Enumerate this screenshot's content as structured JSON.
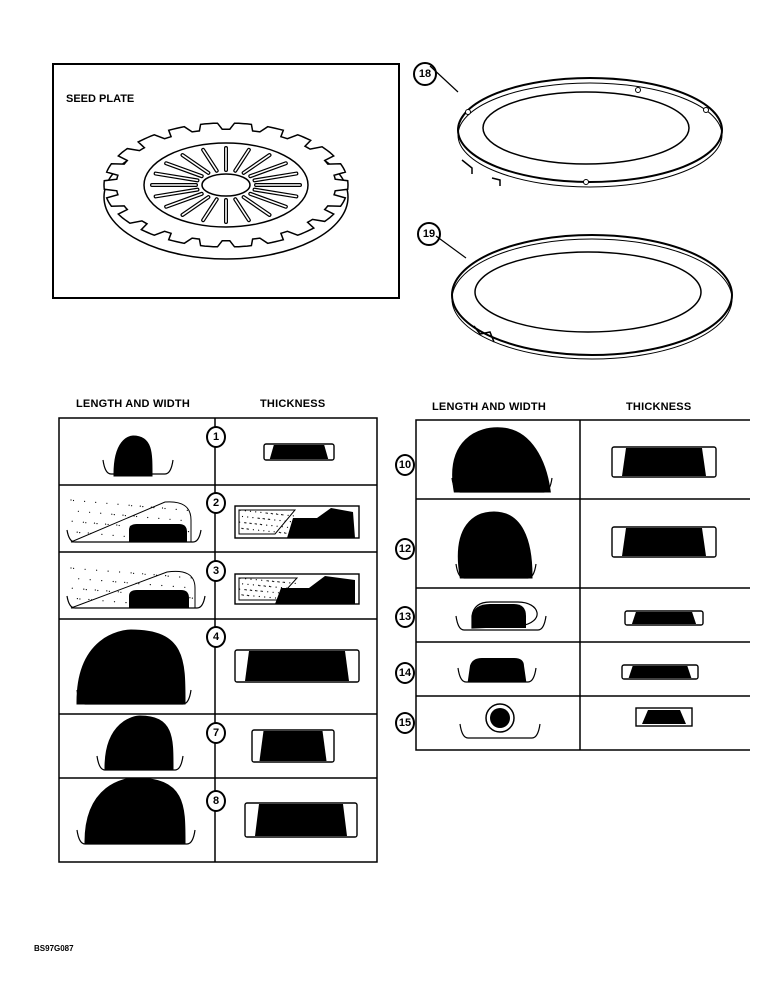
{
  "seed_plate": {
    "label": "SEED PLATE"
  },
  "callouts": {
    "ring_upper": "18",
    "ring_lower": "19"
  },
  "left_table": {
    "header_left": "LENGTH AND WIDTH",
    "header_right": "THICKNESS",
    "rows": [
      {
        "num": "1"
      },
      {
        "num": "2"
      },
      {
        "num": "3"
      },
      {
        "num": "4"
      },
      {
        "num": "7"
      },
      {
        "num": "8"
      }
    ]
  },
  "right_table": {
    "header_left": "LENGTH AND WIDTH",
    "header_right": "THICKNESS",
    "rows": [
      {
        "num": "10"
      },
      {
        "num": "12"
      },
      {
        "num": "13"
      },
      {
        "num": "14"
      },
      {
        "num": "15"
      }
    ]
  },
  "figure_code": "BS97G087"
}
